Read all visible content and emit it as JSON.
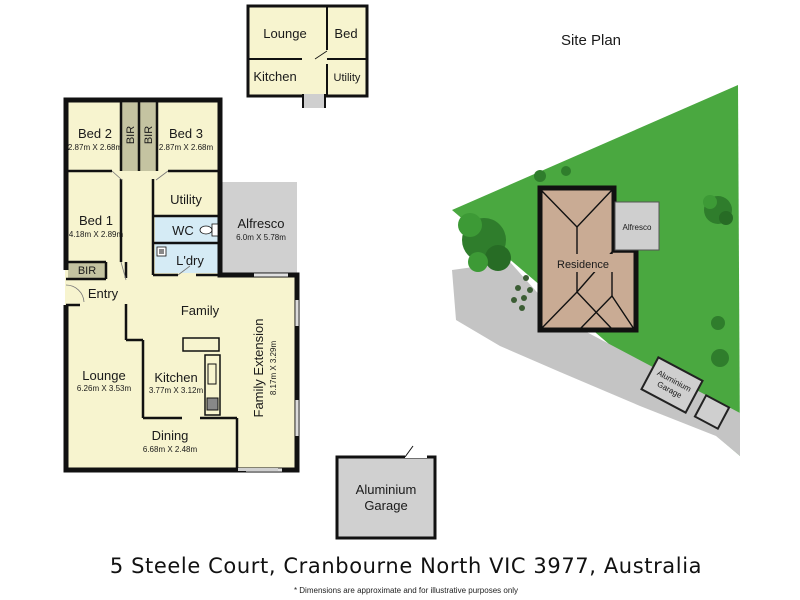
{
  "granny_flat": {
    "lounge": "Lounge",
    "bed": "Bed",
    "kitchen": "Kitchen",
    "utility": "Utility"
  },
  "house": {
    "bed2": {
      "name": "Bed 2",
      "dims": "2.87m X 2.68m"
    },
    "bed3": {
      "name": "Bed 3",
      "dims": "2.87m X 2.68m"
    },
    "bir": "BIR",
    "bed1": {
      "name": "Bed 1",
      "dims": "4.18m X 2.89m"
    },
    "utility": "Utility",
    "wc": "WC",
    "laundry": "L'dry",
    "alfresco": {
      "name": "Alfresco",
      "dims": "6.0m X 5.78m"
    },
    "entry": "Entry",
    "family": "Family",
    "lounge": {
      "name": "Lounge",
      "dims": "6.26m X 3.53m"
    },
    "kitchen": {
      "name": "Kitchen",
      "dims": "3.77m X 3.12m"
    },
    "family_extension": {
      "name": "Family Extension",
      "dims": "8.17m X 3.29m"
    },
    "dining": {
      "name": "Dining",
      "dims": "6.68m X 2.48m"
    }
  },
  "garage": {
    "name": "Aluminium",
    "name2": "Garage"
  },
  "site_plan": {
    "title": "Site Plan",
    "residence": "Residence",
    "alfresco": "Alfresco",
    "garage_line1": "Aluminium",
    "garage_line2": "Garage"
  },
  "address": "5 Steele Court, Cranbourne North VIC 3977, Australia",
  "disclaimer": "* Dimensions are approximate and for illustrative purposes only",
  "colors": {
    "room_fill": "#f7f4cf",
    "wet_fill": "#d5ebf5",
    "outdoor_fill": "#d0d0d0",
    "wall": "#111111",
    "lawn": "#4aa840",
    "paving": "#c4c4c4",
    "roof": "#c9ab94",
    "built_in": "#c4c3a1"
  }
}
